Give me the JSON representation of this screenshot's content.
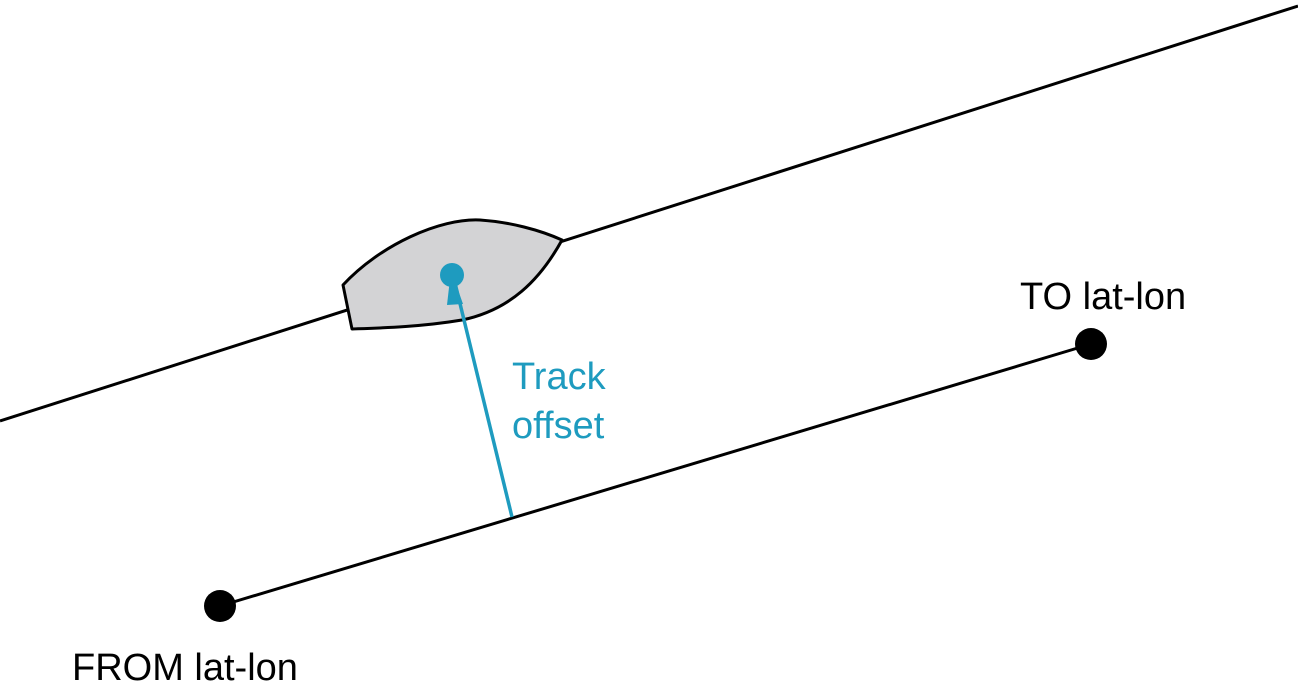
{
  "labels": {
    "to_point": "TO lat-lon",
    "from_point": "FROM lat-lon",
    "offset_line1": "Track",
    "offset_line2": "offset"
  },
  "colors": {
    "line": "#000000",
    "accent": "#1e9bbf",
    "hull_fill": "#d3d3d5",
    "background": "#ffffff"
  }
}
